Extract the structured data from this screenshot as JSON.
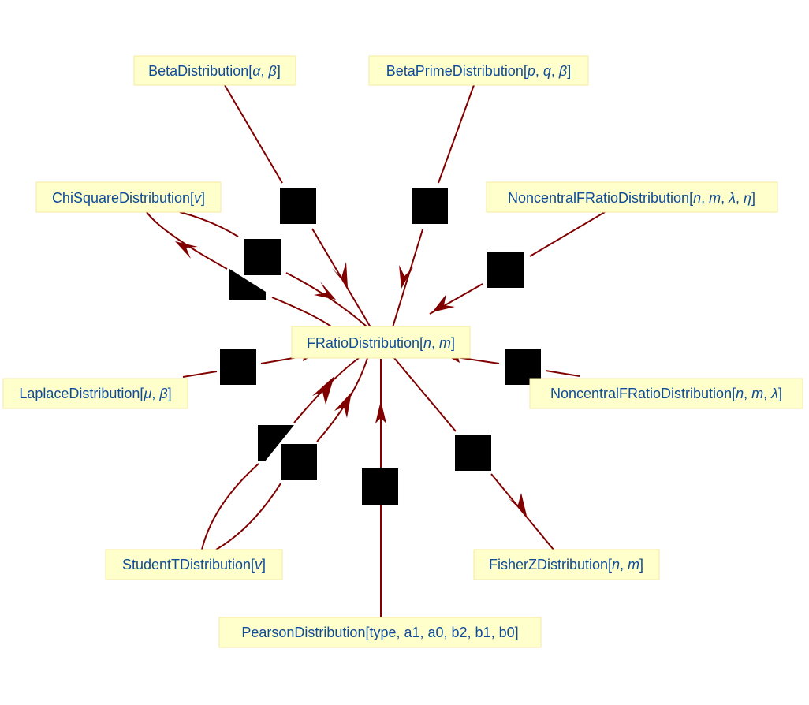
{
  "diagram": {
    "type": "distribution-relationship-graph",
    "center": {
      "id": "fratio",
      "label": "FRatioDistribution[n, m]"
    },
    "nodes": [
      {
        "id": "beta",
        "label": "BetaDistribution[α, β]"
      },
      {
        "id": "betaprime",
        "label": "BetaPrimeDistribution[p, q, β]"
      },
      {
        "id": "chisquare",
        "label": "ChiSquareDistribution[v]"
      },
      {
        "id": "noncentral4",
        "label": "NoncentralFRatioDistribution[n, m, λ, η]"
      },
      {
        "id": "laplace",
        "label": "LaplaceDistribution[μ, β]"
      },
      {
        "id": "noncentral3",
        "label": "NoncentralFRatioDistribution[n, m, λ]"
      },
      {
        "id": "studentt",
        "label": "StudentTDistribution[v]"
      },
      {
        "id": "fisherz",
        "label": "FisherZDistribution[n, m]"
      },
      {
        "id": "pearson",
        "label": "PearsonDistribution[type, a1, a0, b2, b1, b0]"
      }
    ],
    "edges": [
      {
        "from": "beta",
        "to": "fratio"
      },
      {
        "from": "betaprime",
        "to": "fratio"
      },
      {
        "from": "chisquare",
        "to": "fratio"
      },
      {
        "from": "fratio",
        "to": "chisquare"
      },
      {
        "from": "noncentral4",
        "to": "fratio"
      },
      {
        "from": "laplace",
        "to": "fratio"
      },
      {
        "from": "noncentral3",
        "to": "fratio"
      },
      {
        "from": "studentt",
        "to": "fratio"
      },
      {
        "from": "studentt",
        "to": "fratio"
      },
      {
        "from": "fratio",
        "to": "fisherz"
      },
      {
        "from": "pearson",
        "to": "fratio"
      }
    ],
    "colors": {
      "edge": "#800000",
      "node_fill": "#ffffcc",
      "node_border": "#f5eba0",
      "label_text": "#0e4b9a",
      "blocker": "#000000"
    }
  }
}
